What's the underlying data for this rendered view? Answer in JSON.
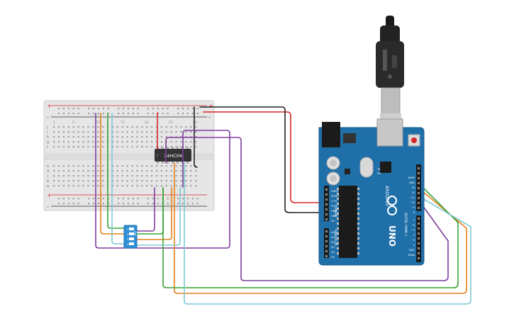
{
  "breadboard": {
    "rail_plus": "+",
    "rail_minus": "-",
    "row_letters_top": [
      "j",
      "i",
      "h",
      "g",
      "f"
    ],
    "row_letters_bottom": [
      "e",
      "d",
      "c",
      "b",
      "a"
    ],
    "column_numbers": [
      "1",
      "5",
      "10",
      "15",
      "20",
      "25",
      "30"
    ]
  },
  "ic_chip": {
    "label": "74HC04"
  },
  "dip_switch": {
    "label": "ON",
    "numbers": [
      "1",
      "2",
      "3",
      "4"
    ]
  },
  "arduino": {
    "model": "UNO",
    "brand": "ARDUINO",
    "power_header": "POWER",
    "analog_header": "ANALOG IN",
    "digital_header": "DIGITAL (PWM~)",
    "tx_led": "TX",
    "rx_led": "RX",
    "power_pins": [
      "IOREF",
      "RESET",
      "3.3V",
      "5V",
      "GND",
      "GND",
      "Vin"
    ],
    "analog_pins": [
      "A0",
      "A1",
      "A2",
      "A3",
      "A4",
      "A5"
    ],
    "digital_pins_top": [
      "AREF",
      "GND",
      "13",
      "12",
      "~11",
      "~10",
      "~9",
      "8"
    ],
    "digital_pins_bottom": [
      "7",
      "~6",
      "~5",
      "4",
      "~3",
      "2",
      "TX▸1",
      "RX◂0"
    ]
  },
  "colors": {
    "breadboard": "#e6e6e6",
    "arduino": "#1f6fa8",
    "arduino_dark": "#17598a",
    "wire_purple": "#7e3f9e",
    "wire_orange": "#e4811a",
    "wire_green": "#3aa33a",
    "wire_cyan": "#7fc9d3",
    "wire_red": "#d62728",
    "wire_black": "#222222",
    "chip": "#333333",
    "dip": "#2f8fd6"
  }
}
